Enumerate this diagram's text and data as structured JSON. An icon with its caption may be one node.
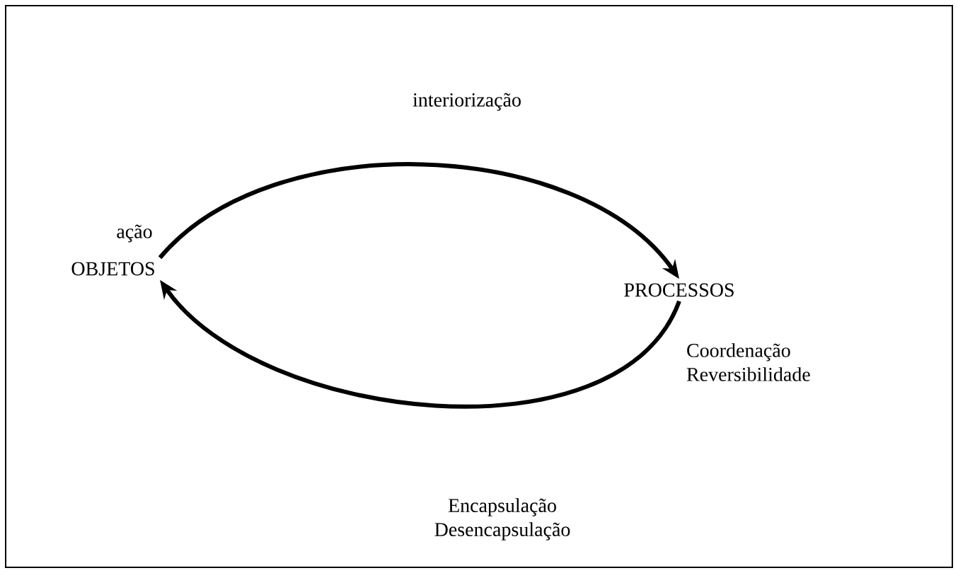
{
  "diagram": {
    "nodes": [
      {
        "text": [
          "OBJETOS"
        ],
        "beside": [
          "ação"
        ]
      },
      {
        "text": [
          "PROCESSOS"
        ],
        "beside": [
          "Coordenação Reversibilidade"
        ]
      }
    ],
    "edges": [
      {
        "from": 0,
        "to": 1,
        "arrow": "to",
        "label": "interiorização"
      },
      {
        "from": 1,
        "to": 0,
        "arrow": "to",
        "label": "Encapsulação Desencapsulação"
      }
    ]
  }
}
